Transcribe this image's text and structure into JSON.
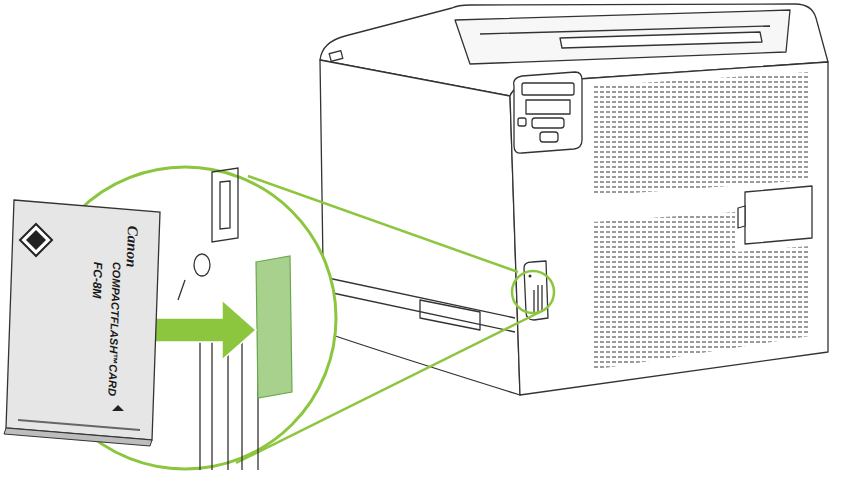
{
  "diagram": {
    "labels": [
      "Canon",
      "COMPACTFLASH™CARD",
      "FC-8M"
    ]
  }
}
